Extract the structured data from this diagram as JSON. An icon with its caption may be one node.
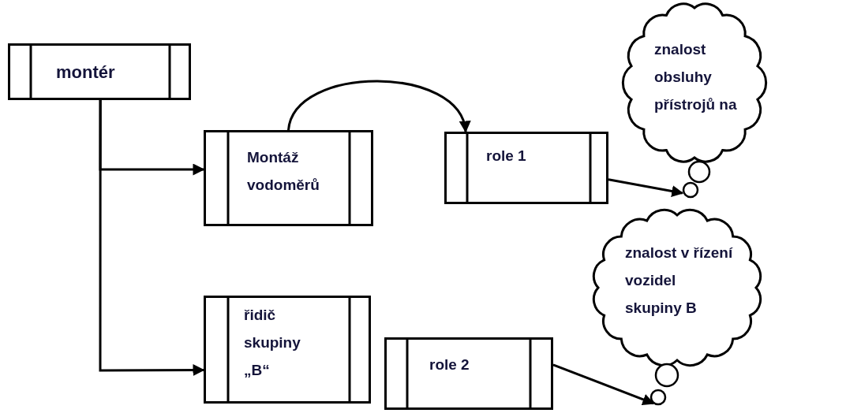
{
  "diagram": {
    "nodes": [
      {
        "text": [
          "montér"
        ]
      },
      {
        "text": [
          "Montáž vodoměrů"
        ]
      },
      {
        "text": [
          "role 1"
        ]
      },
      {
        "text": [
          "znalost obsluhy přístrojů na"
        ]
      },
      {
        "text": [
          "řidič skupiny „B“"
        ]
      },
      {
        "text": [
          "role 2"
        ]
      },
      {
        "text": [
          "znalost v řízení vozidel skupiny B"
        ]
      }
    ],
    "edges": [
      {
        "from": 0,
        "to": 1,
        "arrow": "to"
      },
      {
        "from": 0,
        "to": 4,
        "arrow": "to"
      },
      {
        "from": 1,
        "to": 2,
        "arrow": "to"
      },
      {
        "from": 2,
        "to": 3,
        "arrow": "to"
      },
      {
        "from": 5,
        "to": 6,
        "arrow": "to"
      }
    ]
  }
}
